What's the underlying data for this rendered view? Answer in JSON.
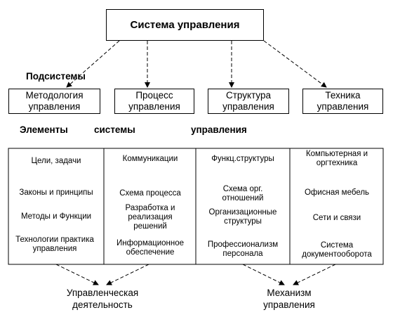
{
  "title": "Система управления",
  "subsystems_label": "Подсистемы",
  "subsystems": [
    {
      "line1": "Методология",
      "line2": "управления"
    },
    {
      "line1": "Процесс",
      "line2": "управления"
    },
    {
      "line1": "Структура",
      "line2": "управления"
    },
    {
      "line1": "Техника",
      "line2": "управления"
    }
  ],
  "elements_label": {
    "w1": "Элементы",
    "w2": "системы",
    "w3": "управления"
  },
  "columns": [
    [
      "Цели, задачи",
      "Законы и принципы",
      "Методы и Функции",
      "Технологии практика управления"
    ],
    [
      "Коммуникации",
      "Схема процесса",
      "Разработка и реализация решений",
      "Информационное обеспечение"
    ],
    [
      "Функц.структуры",
      "Схема орг. отношений",
      "Организационные структуры",
      "Профессионализм персонала"
    ],
    [
      "Компьютерная и оргтехника",
      "Офисная мебель",
      "Сети и связи",
      "Система документооборота"
    ]
  ],
  "outcomes": [
    {
      "line1": "Управленческая",
      "line2": "деятельность"
    },
    {
      "line1": "Механизм",
      "line2": "управления"
    }
  ]
}
